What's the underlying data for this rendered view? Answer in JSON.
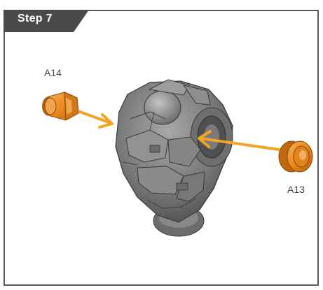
{
  "step": {
    "label": "Step 7"
  },
  "parts": [
    {
      "id": "A14",
      "label": "A14"
    },
    {
      "id": "A13",
      "label": "A13"
    }
  ],
  "colors": {
    "frame": "#5a5a5a",
    "tab": "#4a4a4a",
    "part_orange": "#e8871e",
    "arrow": "#f3a326",
    "model_gray": "#8a8a8a"
  },
  "icons": {
    "left_part": "hex-bolt-icon",
    "right_part": "round-cap-icon",
    "model": "armor-head-model"
  }
}
